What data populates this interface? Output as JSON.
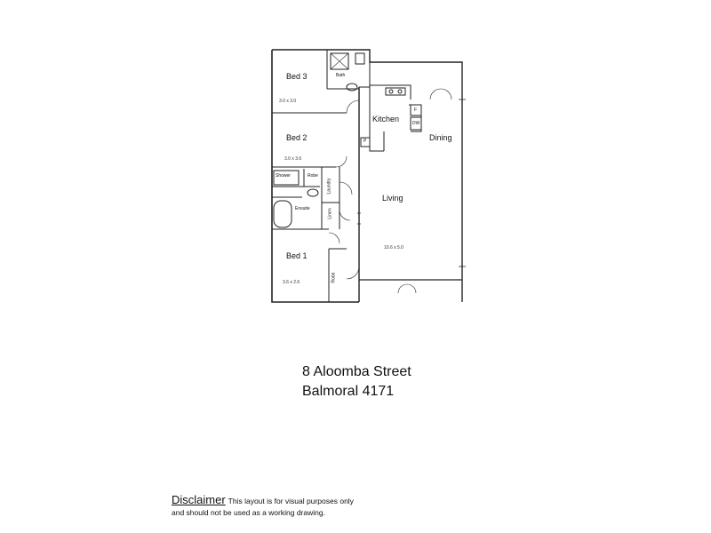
{
  "rooms": {
    "bed3": {
      "name": "Bed 3",
      "size": "3.0 x 3.0"
    },
    "bed2": {
      "name": "Bed 2",
      "size": "3.0 x 3.6"
    },
    "bed1": {
      "name": "Bed 1",
      "size": "3.6 x 2.6"
    },
    "living": {
      "name": "Living",
      "size": "10.6 x 5.0"
    },
    "kitchen": {
      "name": "Kitchen"
    },
    "dining": {
      "name": "Dining"
    },
    "bath": "Bath",
    "shower": "Shower",
    "robe": "Robe",
    "ensuite": "Ensuite",
    "laundry": "Laundry",
    "linen": "Linen",
    "robe2": "Robe",
    "pantry": "P",
    "dishwasher": "DW",
    "fridge": "F"
  },
  "address": {
    "line1": "8 Aloomba Street",
    "line2": "Balmoral 4171"
  },
  "disclaimer": {
    "heading": "Disclaimer",
    "line1": "This layout is for visual purposes only",
    "line2": "and should not be used as a working drawing."
  }
}
